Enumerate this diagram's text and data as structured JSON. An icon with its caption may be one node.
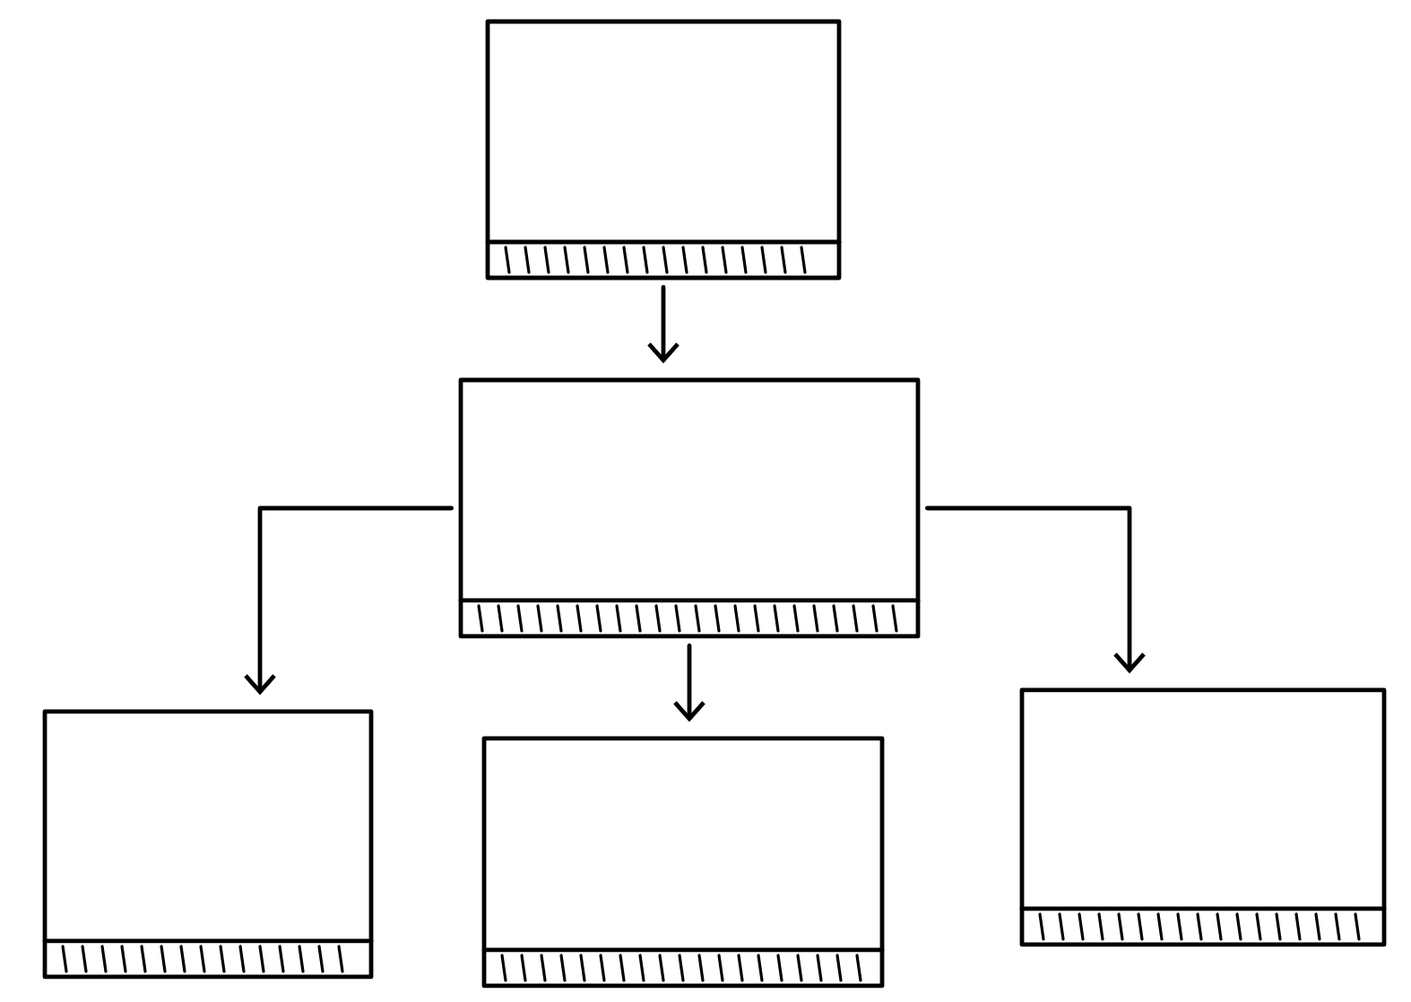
{
  "diagram": {
    "nodes": [
      {
        "text": [],
        "shape": "box"
      },
      {
        "text": [],
        "shape": "box"
      },
      {
        "text": [],
        "shape": "box"
      },
      {
        "text": [],
        "shape": "box"
      },
      {
        "text": [],
        "shape": "box"
      }
    ],
    "edges": [
      {
        "from": 0,
        "to": 1,
        "arrow": "to"
      },
      {
        "from": 1,
        "to": 2,
        "arrow": "to"
      },
      {
        "from": 1,
        "to": 3,
        "arrow": "to"
      },
      {
        "from": 1,
        "to": 4,
        "arrow": "to"
      }
    ]
  }
}
